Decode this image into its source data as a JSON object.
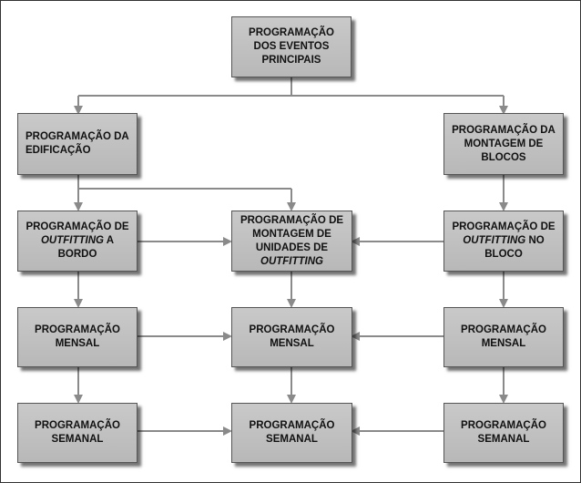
{
  "nodes": {
    "top": [
      "PROGRAMAÇÃO",
      "DOS EVENTOS",
      "PRINCIPAIS"
    ],
    "edificacao": [
      "PROGRAMAÇÃO DA",
      "EDIFICAÇÃO"
    ],
    "montagem_blocos": [
      "PROGRAMAÇÃO DA",
      "MONTAGEM DE",
      "BLOCOS"
    ],
    "outfitting_bordo": {
      "line1": "PROGRAMAÇÃO DE",
      "line2_italic": "OUTFITTING",
      "line2_rest": " A",
      "line3": "BORDO"
    },
    "unidades_outfitting": {
      "line1": "PROGRAMAÇÃO DE",
      "line2": "MONTAGEM DE",
      "line3": "UNIDADES DE",
      "line4_italic": "OUTFITTING"
    },
    "outfitting_bloco": {
      "line1": "PROGRAMAÇÃO DE",
      "line2_italic": "OUTFITTING",
      "line2_rest": " NO",
      "line3": "BLOCO"
    },
    "mensal_left": [
      "PROGRAMAÇÃO",
      "MENSAL"
    ],
    "mensal_center": [
      "PROGRAMAÇÃO",
      "MENSAL"
    ],
    "mensal_right": [
      "PROGRAMAÇÃO",
      "MENSAL"
    ],
    "semanal_left": [
      "PROGRAMAÇÃO",
      "SEMANAL"
    ],
    "semanal_center": [
      "PROGRAMAÇÃO",
      "SEMANAL"
    ],
    "semanal_right": [
      "PROGRAMAÇÃO",
      "SEMANAL"
    ]
  },
  "colors": {
    "box_fill": "#bfbfbf",
    "box_border": "#555555",
    "connector": "#8a8a8a"
  }
}
